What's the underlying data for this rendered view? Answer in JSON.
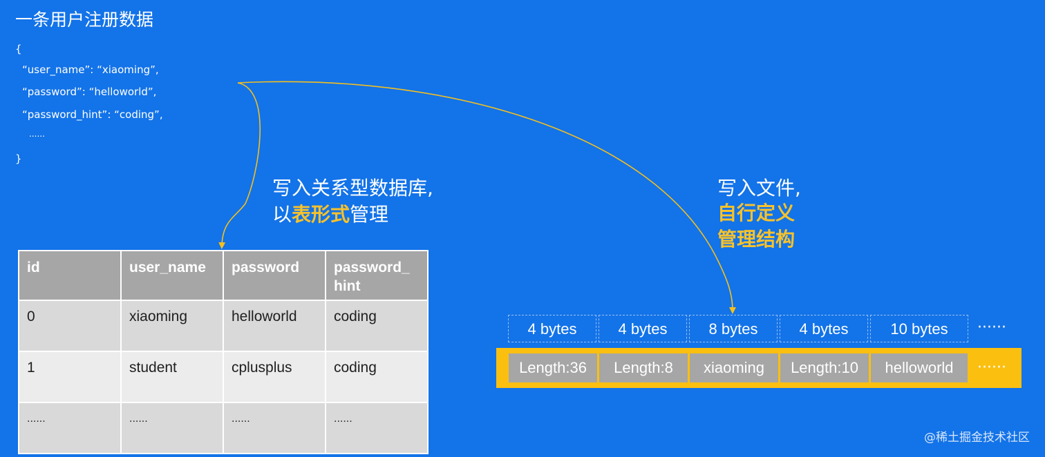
{
  "title": "一条用户注册数据",
  "json_lines": [
    "{",
    "“user_name”: “xiaoming”,",
    "“password”: “helloworld”,",
    "“password_hint”: “coding”,",
    "......",
    "}"
  ],
  "db_caption": {
    "line1": "写入关系型数据库,",
    "line2_pre": "以",
    "line2_hl": "表形式",
    "line2_post": "管理"
  },
  "file_caption": {
    "line1": "写入文件,",
    "line2": "自行定义",
    "line3": "管理结构"
  },
  "table": {
    "headers": [
      "id",
      "user_name",
      "password",
      "password_\nhint"
    ],
    "rows": [
      [
        "0",
        "xiaoming",
        "helloworld",
        "coding"
      ],
      [
        "1",
        "student",
        "cplusplus",
        "coding"
      ],
      [
        "......",
        "......",
        "......",
        "......"
      ]
    ]
  },
  "file_layout": {
    "sizes": [
      "4 bytes",
      "4 bytes",
      "8 bytes",
      "4 bytes",
      "10 bytes"
    ],
    "size_ellipsis": "······",
    "fields": [
      "Length:36",
      "Length:8",
      "xiaoming",
      "Length:10",
      "helloworld"
    ],
    "field_ellipsis": "······"
  },
  "watermark": "@稀土掘金技术社区",
  "colors": {
    "background": "#1373e8",
    "highlight": "#f7c22b",
    "file_bar": "#fbbf10",
    "arrow": "#f4c01e",
    "header_gray": "#a6a6a6"
  }
}
